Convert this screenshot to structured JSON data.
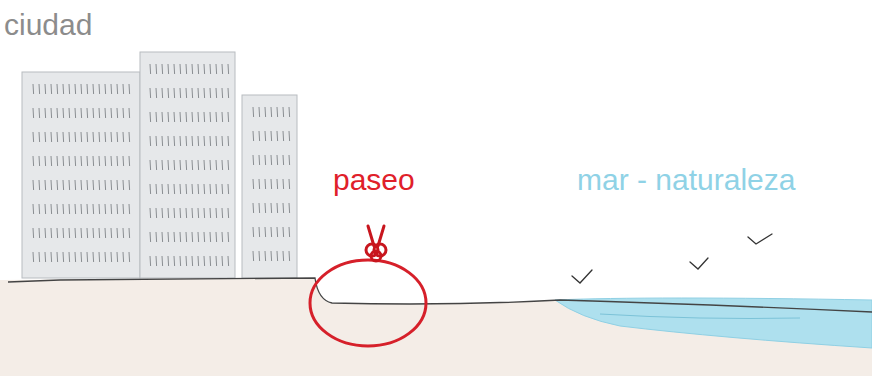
{
  "diagram": {
    "labels": [
      "ciudad",
      "paseo",
      "mar - naturaleza"
    ]
  }
}
